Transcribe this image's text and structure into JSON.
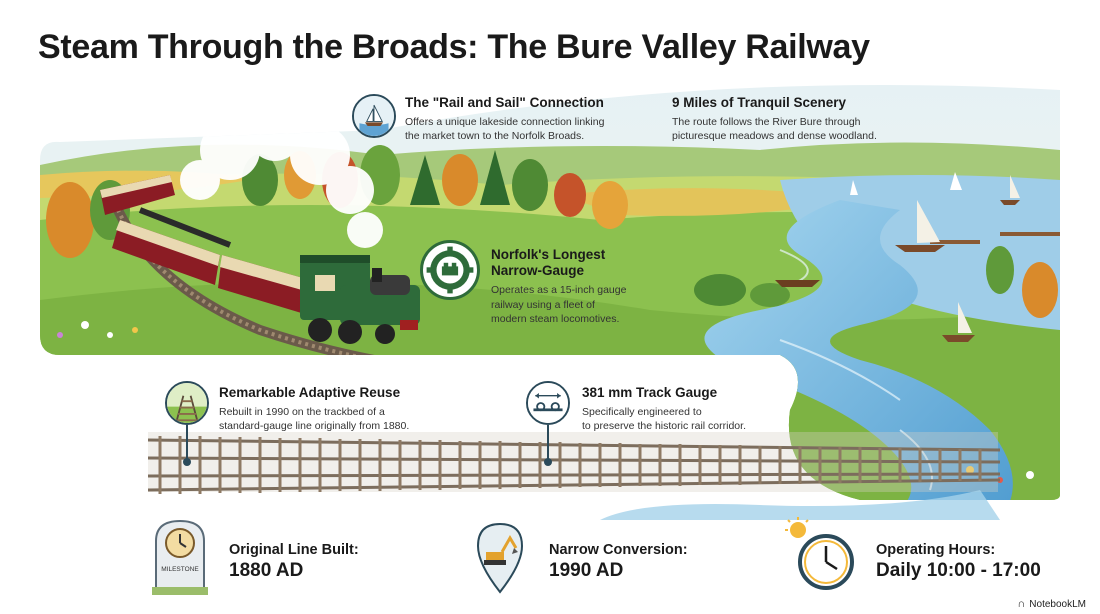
{
  "title": "Steam Through the Broads: The Bure Valley Railway",
  "callouts": {
    "rail_sail": {
      "heading": "The \"Rail and Sail\" Connection",
      "body_lines": [
        "Offers a unique lakeside connection linking",
        "the market town to the Norfolk Broads."
      ]
    },
    "scenery": {
      "heading": "9 Miles of Tranquil Scenery",
      "body_lines": [
        "The route follows the River Bure through",
        "picturesque meadows and dense woodland."
      ]
    },
    "narrow_gauge": {
      "heading_lines": [
        "Norfolk's Longest",
        "Narrow-Gauge"
      ],
      "body_lines": [
        "Operates as a 15-inch gauge",
        "railway using a fleet of",
        "modern steam locomotives."
      ]
    },
    "reuse": {
      "heading": "Remarkable Adaptive Reuse",
      "body_lines": [
        "Rebuilt in 1990 on the trackbed of a",
        "standard-gauge line originally from 1880."
      ]
    },
    "gauge": {
      "heading": "381 mm Track Gauge",
      "body_lines": [
        "Specifically engineered to",
        "to preserve the historic rail corridor."
      ]
    }
  },
  "stats": [
    {
      "label": "Original Line Built:",
      "value": "1880 AD",
      "icon": "milestone-clock-icon",
      "icon_text": "MILESTONE"
    },
    {
      "label": "Narrow Conversion:",
      "value": "1990 AD",
      "icon": "excavator-pin-icon"
    },
    {
      "label": "Operating Hours:",
      "value": "Daily 10:00 - 17:00",
      "icon": "sun-clock-icon"
    }
  ],
  "brand": "NotebookLM",
  "colors": {
    "grass": "#8cc14f",
    "river": "#6fb3dc",
    "locomotive": "#2e6b3a",
    "carriage": "#8b1c24",
    "outline": "#2b4a5a"
  }
}
